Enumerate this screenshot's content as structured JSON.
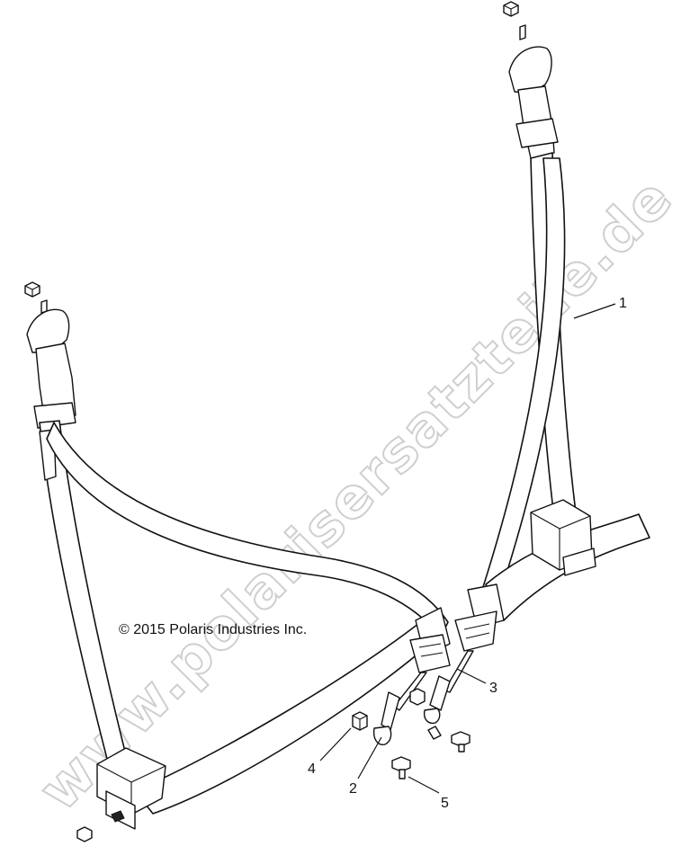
{
  "diagram": {
    "copyright": "© 2015 Polaris Industries Inc.",
    "watermark": "www.polarisersatzteile.de",
    "callouts": [
      {
        "id": "1",
        "label": "1"
      },
      {
        "id": "2",
        "label": "2"
      },
      {
        "id": "3",
        "label": "3"
      },
      {
        "id": "4",
        "label": "4"
      },
      {
        "id": "5",
        "label": "5"
      }
    ]
  }
}
